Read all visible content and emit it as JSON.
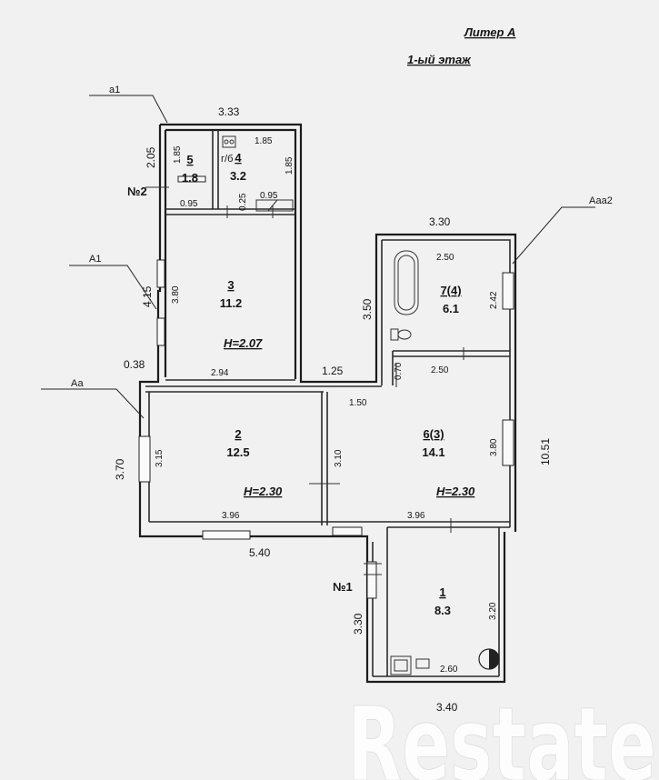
{
  "header": {
    "liter": "Литер А",
    "floor": "1-ый  этаж"
  },
  "section_labels": {
    "a1": "а1",
    "A1": "А1",
    "Aa": "Аа",
    "Aaa2": "Ааа2",
    "entry1": "№1",
    "entry2": "№2"
  },
  "rooms": [
    {
      "id": "1",
      "number": "1",
      "area": "8.3"
    },
    {
      "id": "2",
      "number": "2",
      "area": "12.5",
      "height": "H=2.30"
    },
    {
      "id": "3",
      "number": "3",
      "area": "11.2",
      "height": "H=2.07"
    },
    {
      "id": "4",
      "number": "4",
      "area": "3.2",
      "note": "г/б"
    },
    {
      "id": "5",
      "number": "5",
      "area": "1.8"
    },
    {
      "id": "6",
      "number": "6(3)",
      "area": "14.1",
      "height": "H=2.30"
    },
    {
      "id": "7",
      "number": "7(4)",
      "area": "6.1"
    }
  ],
  "dimensions": {
    "top_333": "3.33",
    "left_205": "2.05",
    "r5_185": "1.85",
    "r4_top_185": "1.85",
    "r4_right_185": "1.85",
    "r5_bottom_095": "0.95",
    "r4_bottom_095": "0.95",
    "small_025": "0.25",
    "a1_415": "4.15",
    "r3_380": "3.80",
    "r3_bottom_294": "2.94",
    "gap_038": "0.38",
    "step_125": "1.25",
    "top_330": "3.30",
    "wing_350": "3.50",
    "r7_top_250": "2.50",
    "r7_side_242": "2.42",
    "r7_bottom_250": "2.50",
    "small_070": "0.70",
    "r6_top_150": "1.50",
    "r6_side_380": "3.80",
    "total_1051": "10.51",
    "left_370": "3.70",
    "r2_315": "3.15",
    "mid_310": "3.10",
    "r2_bottom_396": "3.96",
    "r6_bottom_396": "3.96",
    "outer_540": "5.40",
    "r1_left_330": "3.30",
    "r1_side_320": "3.20",
    "r1_bottom_260": "2.60",
    "bottom_340": "3.40"
  },
  "watermark": "Restate"
}
